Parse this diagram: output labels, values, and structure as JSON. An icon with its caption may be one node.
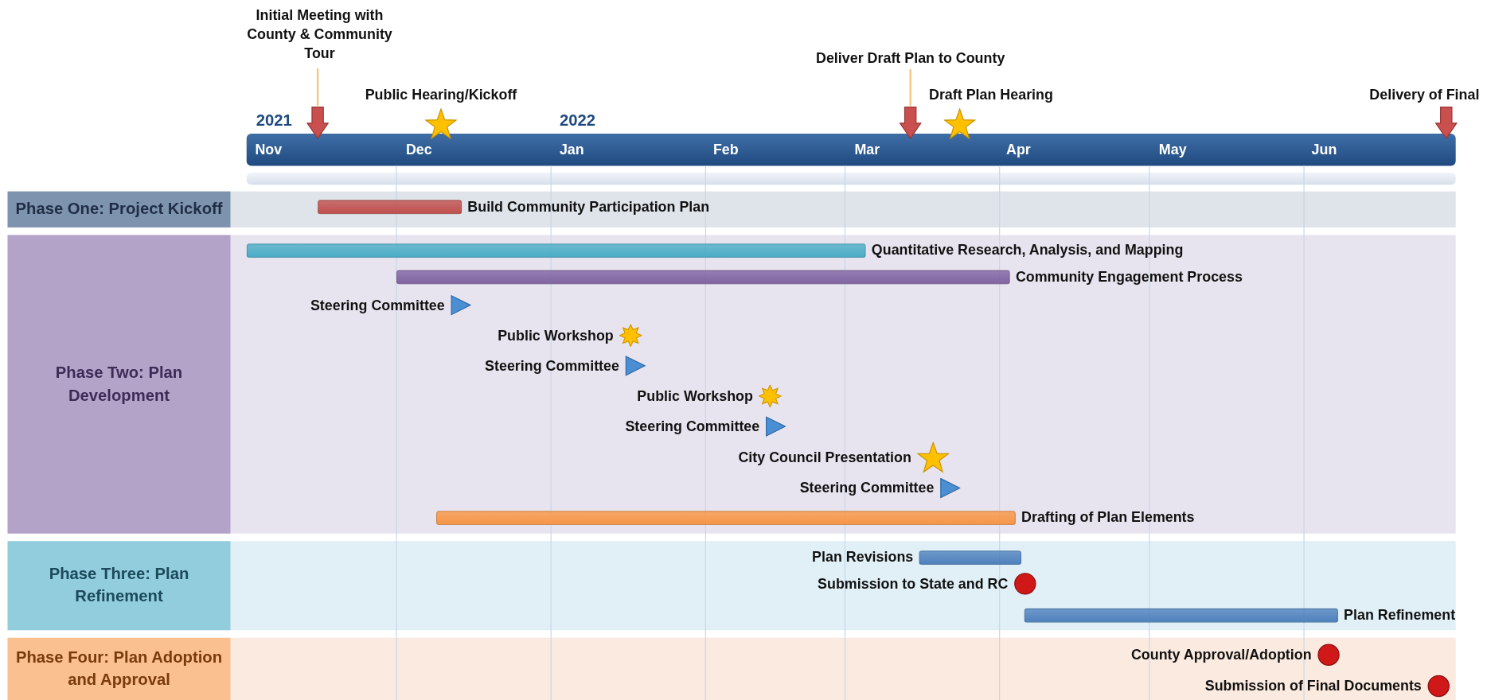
{
  "diagram": {
    "nodes": [
      {
        "text": [
          "Initial Meeting with County & Community Tour"
        ]
      },
      {
        "text": [
          "Public Hearing/Kickoff"
        ]
      },
      {
        "text": [
          "Deliver Draft Plan to County"
        ]
      },
      {
        "text": [
          "Draft Plan Hearing"
        ]
      },
      {
        "text": [
          "Delivery of Final"
        ]
      },
      {
        "text": [
          "Phase One: Project Kickoff"
        ]
      },
      {
        "text": [
          "Build Community Participation Plan"
        ],
        "in": 5
      },
      {
        "text": [
          "Phase Two: Plan Development"
        ]
      },
      {
        "text": [
          "Quantitative Research, Analysis, and Mapping"
        ],
        "in": 7
      },
      {
        "text": [
          "Community Engagement Process"
        ],
        "in": 7
      },
      {
        "text": [
          "Steering Committee"
        ],
        "in": 7
      },
      {
        "text": [
          "Public Workshop"
        ],
        "in": 7
      },
      {
        "text": [
          "Steering Committee"
        ],
        "in": 7
      },
      {
        "text": [
          "Public Workshop"
        ],
        "in": 7
      },
      {
        "text": [
          "Steering Committee"
        ],
        "in": 7
      },
      {
        "text": [
          "City Council Presentation"
        ],
        "in": 7
      },
      {
        "text": [
          "Steering Committee"
        ],
        "in": 7
      },
      {
        "text": [
          "Drafting of Plan Elements"
        ],
        "in": 7
      },
      {
        "text": [
          "Phase Three: Plan Refinement"
        ]
      },
      {
        "text": [
          "Plan Revisions"
        ],
        "in": 18
      },
      {
        "text": [
          "Submission to State and RC"
        ],
        "in": 18
      },
      {
        "text": [
          "Plan Refinement"
        ],
        "in": 18
      },
      {
        "text": [
          "Phase Four: Plan Adoption and Approval"
        ]
      },
      {
        "text": [
          "County Approval/Adoption"
        ],
        "in": 22
      },
      {
        "text": [
          "Submission of Final Documents"
        ],
        "in": 22
      },
      {
        "text": [],
        "shape": "arrow"
      },
      {
        "text": [],
        "shape": "arrow"
      }
    ],
    "edges": [
      {
        "from": 0,
        "to": 25,
        "arrow": "none"
      },
      {
        "from": 2,
        "to": 26,
        "arrow": "none"
      }
    ],
    "labels": [
      "2021",
      "2022",
      "Nov",
      "Dec",
      "Jan",
      "Feb",
      "Mar",
      "Apr",
      "May",
      "Jun"
    ]
  }
}
